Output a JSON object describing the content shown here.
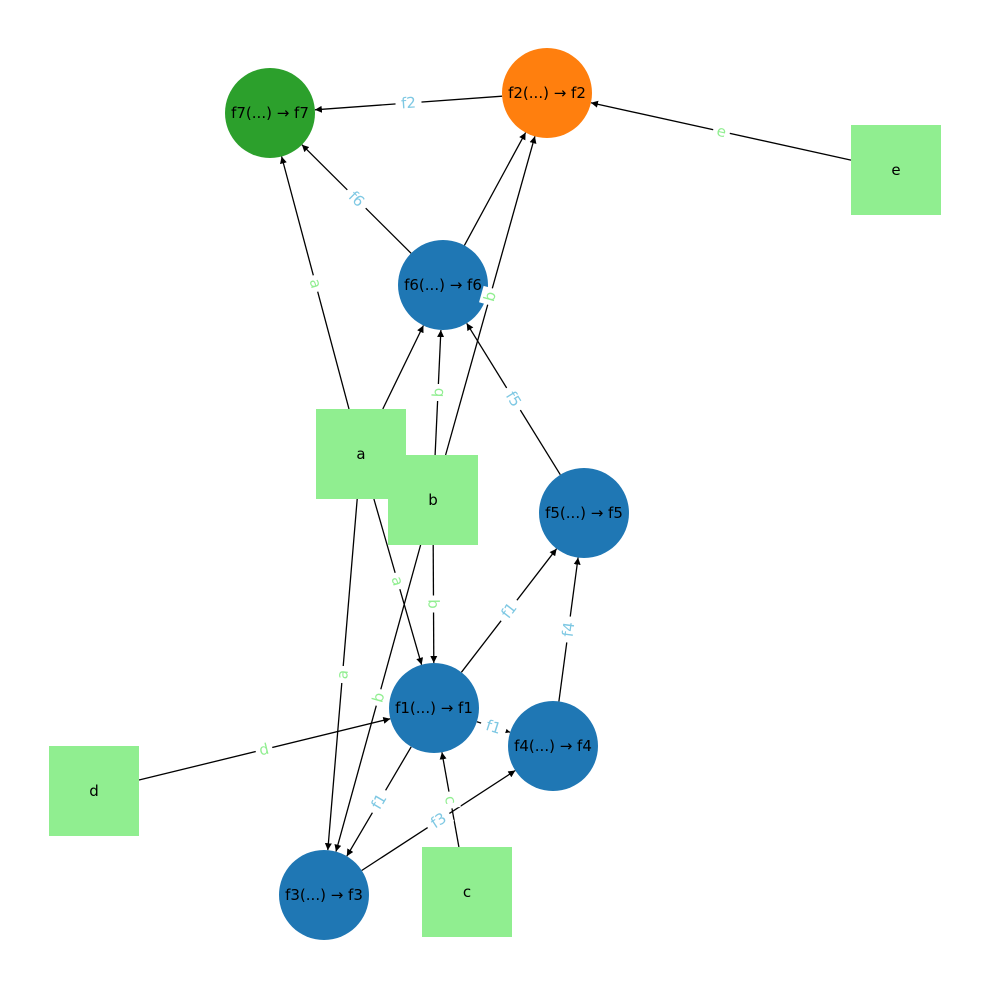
{
  "colors": {
    "input": "#90ee90",
    "function": "#1f77b4",
    "f2": "#ff7f0e",
    "f7": "#2ca02c",
    "input_edge_label": "#90ee90",
    "function_edge_label": "#7ec8e3",
    "edge": "#000000"
  },
  "nodes": [
    {
      "id": "f7",
      "label": "f7(...) → f7",
      "shape": "circle",
      "color_key": "f7"
    },
    {
      "id": "f2",
      "label": "f2(...) → f2",
      "shape": "circle",
      "color_key": "f2"
    },
    {
      "id": "e",
      "label": "e",
      "shape": "square",
      "color_key": "input"
    },
    {
      "id": "f6",
      "label": "f6(...) → f6",
      "shape": "circle",
      "color_key": "function"
    },
    {
      "id": "a",
      "label": "a",
      "shape": "square",
      "color_key": "input"
    },
    {
      "id": "b",
      "label": "b",
      "shape": "square",
      "color_key": "input"
    },
    {
      "id": "f5",
      "label": "f5(...) → f5",
      "shape": "circle",
      "color_key": "function"
    },
    {
      "id": "f1",
      "label": "f1(...) → f1",
      "shape": "circle",
      "color_key": "function"
    },
    {
      "id": "f4",
      "label": "f4(...) → f4",
      "shape": "circle",
      "color_key": "function"
    },
    {
      "id": "d",
      "label": "d",
      "shape": "square",
      "color_key": "input"
    },
    {
      "id": "f3",
      "label": "f3(...) → f3",
      "shape": "circle",
      "color_key": "function"
    },
    {
      "id": "c",
      "label": "c",
      "shape": "square",
      "color_key": "input"
    }
  ],
  "edges": [
    {
      "from": "f2",
      "to": "f7",
      "label": "f2",
      "label_color_key": "function_edge_label"
    },
    {
      "from": "e",
      "to": "f2",
      "label": "e",
      "label_color_key": "input_edge_label"
    },
    {
      "from": "f6",
      "to": "f7",
      "label": "f6",
      "label_color_key": "function_edge_label"
    },
    {
      "from": "a",
      "to": "f7",
      "label": "a",
      "label_color_key": "input_edge_label"
    },
    {
      "from": "f6",
      "to": "f2",
      "label": "",
      "label_color_key": "function_edge_label"
    },
    {
      "from": "b",
      "to": "f2",
      "label": "b",
      "label_color_key": "input_edge_label"
    },
    {
      "from": "b",
      "to": "f6",
      "label": "b",
      "label_color_key": "input_edge_label"
    },
    {
      "from": "a",
      "to": "f6",
      "label": "",
      "label_color_key": "input_edge_label"
    },
    {
      "from": "f5",
      "to": "f6",
      "label": "f5",
      "label_color_key": "function_edge_label"
    },
    {
      "from": "a",
      "to": "f1",
      "label": "a",
      "label_color_key": "input_edge_label"
    },
    {
      "from": "b",
      "to": "f1",
      "label": "b",
      "label_color_key": "input_edge_label"
    },
    {
      "from": "a",
      "to": "f3",
      "label": "a",
      "label_color_key": "input_edge_label"
    },
    {
      "from": "b",
      "to": "f3",
      "label": "b",
      "label_color_key": "input_edge_label"
    },
    {
      "from": "f1",
      "to": "f5",
      "label": "f1",
      "label_color_key": "function_edge_label"
    },
    {
      "from": "f4",
      "to": "f5",
      "label": "f4",
      "label_color_key": "function_edge_label"
    },
    {
      "from": "f1",
      "to": "f4",
      "label": "f1",
      "label_color_key": "function_edge_label"
    },
    {
      "from": "d",
      "to": "f1",
      "label": "d",
      "label_color_key": "input_edge_label"
    },
    {
      "from": "f1",
      "to": "f3",
      "label": "f1",
      "label_color_key": "function_edge_label"
    },
    {
      "from": "c",
      "to": "f1",
      "label": "c",
      "label_color_key": "input_edge_label"
    },
    {
      "from": "f3",
      "to": "f4",
      "label": "f3",
      "label_color_key": "function_edge_label"
    }
  ]
}
